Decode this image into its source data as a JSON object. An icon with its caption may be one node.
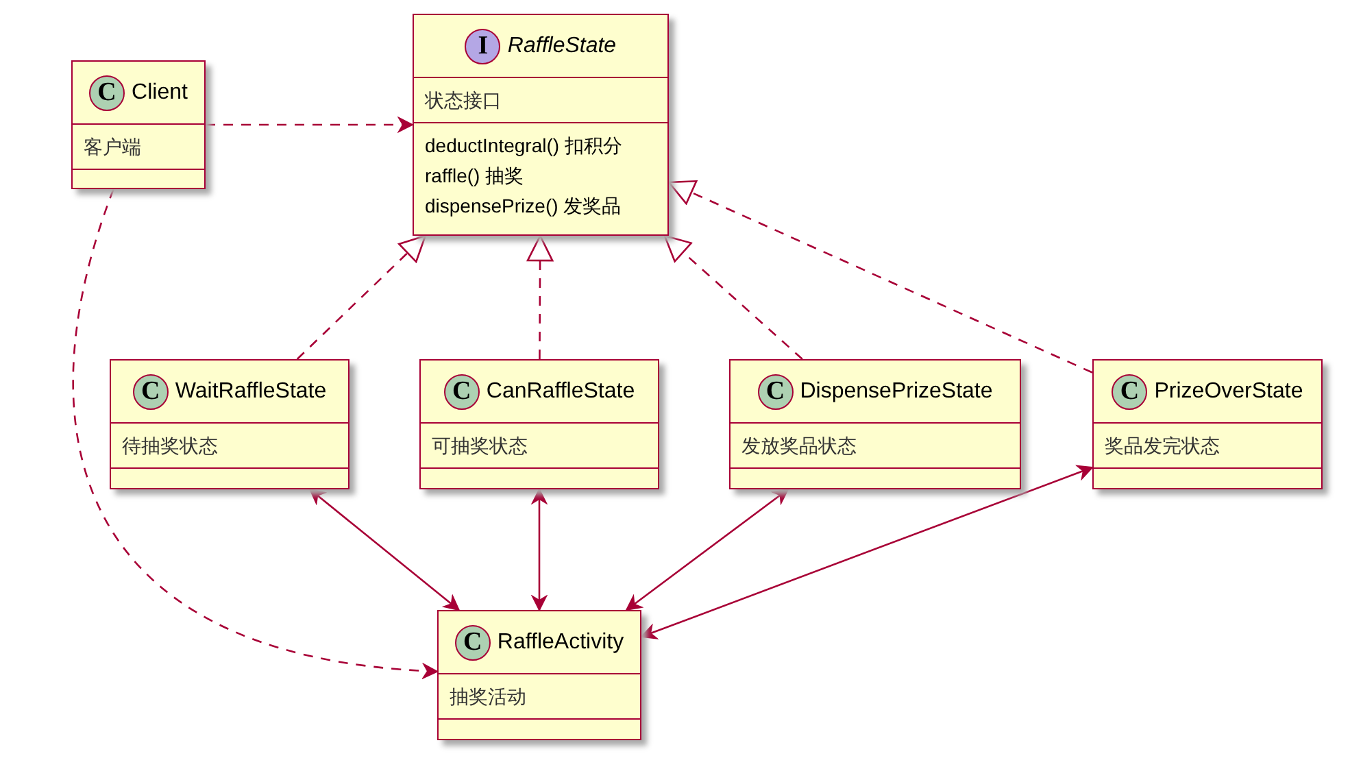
{
  "diagram": {
    "nodes": [
      {
        "text": [
          "I",
          "RaffleState",
          "状态接口",
          "deductIntegral() 扣积分",
          "raffle() 抽奖",
          "dispensePrize() 发奖品"
        ]
      },
      {
        "text": [
          "C",
          "Client",
          "客户端"
        ]
      },
      {
        "text": [
          "C",
          "WaitRaffleState",
          "待抽奖状态"
        ]
      },
      {
        "text": [
          "C",
          "CanRaffleState",
          "可抽奖状态"
        ]
      },
      {
        "text": [
          "C",
          "DispensePrizeState",
          "发放奖品状态"
        ]
      },
      {
        "text": [
          "C",
          "PrizeOverState",
          "奖品发完状态"
        ]
      },
      {
        "text": [
          "C",
          "RaffleActivity",
          "抽奖活动"
        ]
      }
    ],
    "edges": [
      {
        "from": 1,
        "to": 0,
        "arrow": "to",
        "style": "dashed"
      },
      {
        "from": 2,
        "to": 0,
        "arrow": "to",
        "style": "dashed"
      },
      {
        "from": 3,
        "to": 0,
        "arrow": "to",
        "style": "dashed"
      },
      {
        "from": 4,
        "to": 0,
        "arrow": "to",
        "style": "dashed"
      },
      {
        "from": 5,
        "to": 0,
        "arrow": "to",
        "style": "dashed"
      },
      {
        "from": 1,
        "to": 6,
        "arrow": "to",
        "style": "dashed"
      },
      {
        "from": 2,
        "to": 6,
        "arrow": "both"
      },
      {
        "from": 3,
        "to": 6,
        "arrow": "both"
      },
      {
        "from": 4,
        "to": 6,
        "arrow": "both"
      },
      {
        "from": 5,
        "to": 6,
        "arrow": "both"
      }
    ]
  }
}
